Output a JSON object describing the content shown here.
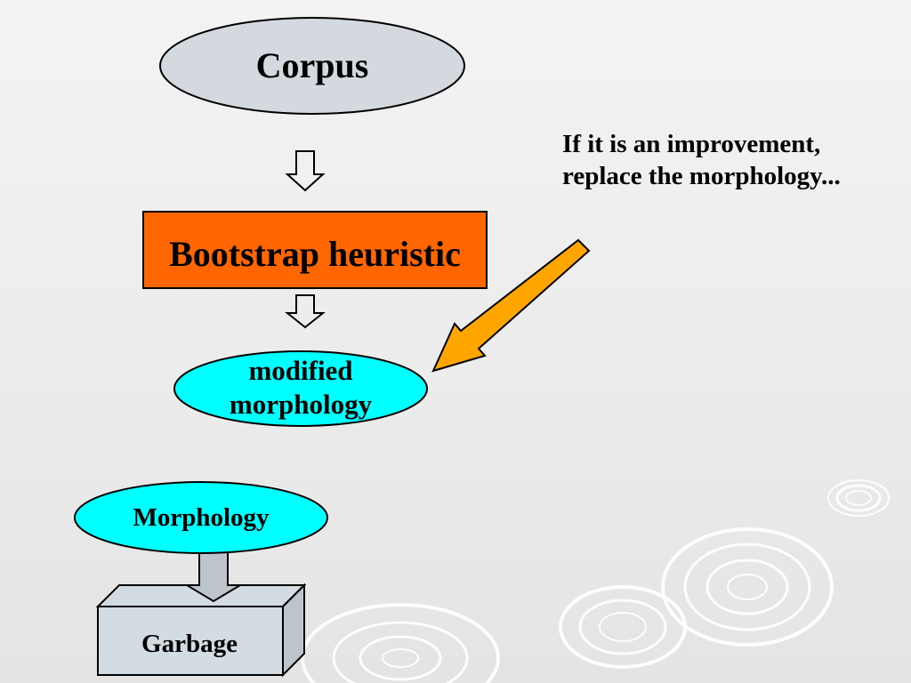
{
  "diagram": {
    "corpus": {
      "label": "Corpus"
    },
    "bootstrap": {
      "label": "Bootstrap heuristic"
    },
    "modified": {
      "line1": "modified",
      "line2": "morphology"
    },
    "morphology": {
      "label": "Morphology"
    },
    "garbage": {
      "label": "Garbage"
    },
    "note": {
      "line1": "If it is an improvement,",
      "line2": "replace the morphology..."
    }
  },
  "colors": {
    "corpus_fill": "#d3d9df",
    "bootstrap_fill": "#ff6600",
    "cyan_fill": "#00ffff",
    "garbage_fill": "#d3dbe3",
    "garbage_side": "#bcc4cc",
    "arrow_fill": "#ffa500",
    "down_arrow_fill": "#bcc4cc"
  }
}
